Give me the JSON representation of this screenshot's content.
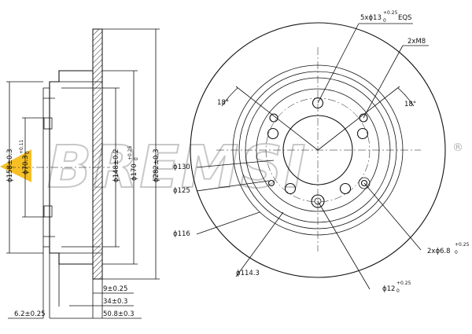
{
  "brand": {
    "name": "BREMSI",
    "registered_mark": "®",
    "accent_color": "#f5b400"
  },
  "side_view": {
    "dim_d158": "ϕ158±0.3",
    "dim_d70": "ϕ70.3",
    "dim_d70_tol": "+0.11",
    "dim_d70_tol_low": "0",
    "dim_d148": "ϕ148±0.2",
    "dim_d170": "ϕ170",
    "dim_d170_tol": "+0.25",
    "dim_d170_tol_low": "0",
    "dim_d282": "ϕ282±0.3",
    "dim_9": "9±0.25",
    "dim_34": "34±0.3",
    "dim_50_8": "50.8±0.3",
    "dim_6_2": "6.2±0.25"
  },
  "front_view": {
    "holes_5": "5xϕ13",
    "holes_5_tol": "+0.25",
    "holes_5_tol_low": "0",
    "holes_5_suffix": "EQS",
    "thread": "2xM8",
    "angle_left": "18°",
    "angle_right": "18°",
    "d130": "ϕ130",
    "d125": "ϕ125",
    "d116": "ϕ116",
    "d114_3": "ϕ114.3",
    "d12": "ϕ12",
    "d12_tol": "+0.25",
    "d12_tol_low": "0",
    "d6_8": "2xϕ6.8",
    "d6_8_tol": "+0.25",
    "d6_8_tol_low": "0"
  }
}
